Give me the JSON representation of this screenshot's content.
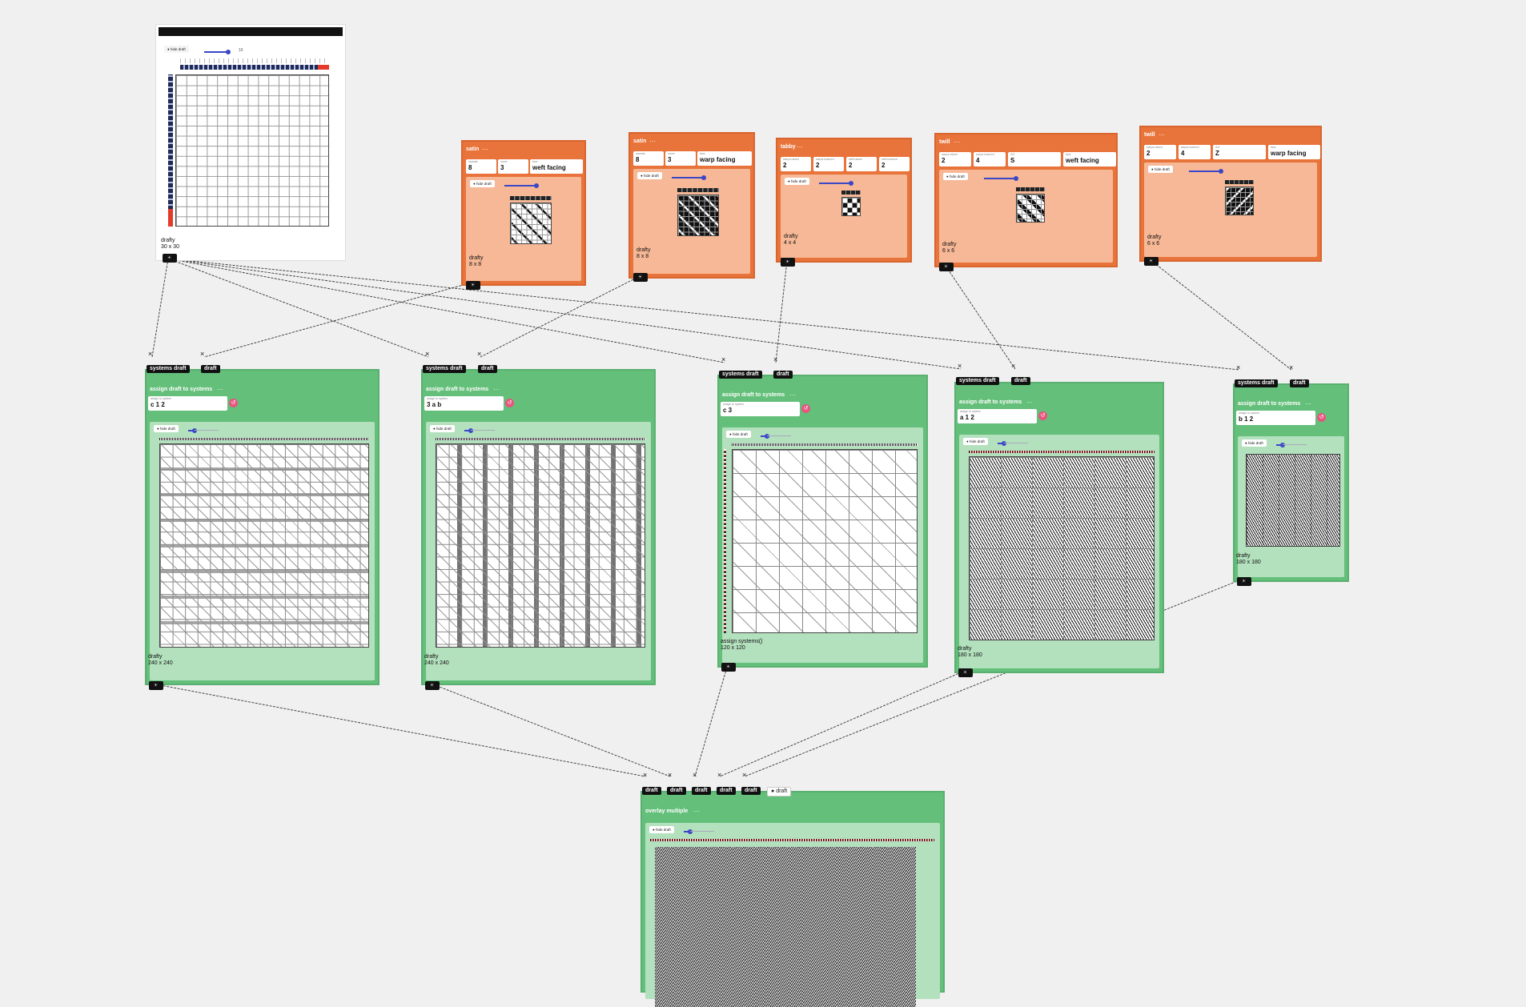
{
  "controls": {
    "hide_draft_label": "hide draft",
    "more_menu_glyph": "···",
    "refresh_glyph": "↺"
  },
  "source_draft": {
    "slider_value": "16",
    "name": "drafty",
    "size": "30 x 30"
  },
  "ops": {
    "satin1": {
      "title": "satin",
      "p1_label": "repeats",
      "p1_value": "8",
      "p2_label": "move",
      "p2_value": "3",
      "p3_label": "face",
      "p3_value": "weft facing",
      "name": "drafty",
      "size": "8 x 8"
    },
    "satin2": {
      "title": "satin",
      "p1_label": "repeats",
      "p1_value": "8",
      "p2_label": "move",
      "p2_value": "3",
      "p3_label": "face",
      "p3_value": "warp facing",
      "name": "drafty",
      "size": "8 x 8"
    },
    "tabby": {
      "title": "tabby",
      "p1_label": "warps raised",
      "p1_value": "2",
      "p2_label": "warps lowered",
      "p2_value": "2",
      "p3_label": "weft raised",
      "p3_value": "2",
      "p4_label": "weft lowered",
      "p4_value": "2",
      "name": "drafty",
      "size": "4 x 4"
    },
    "twill1": {
      "title": "twill",
      "p1_label": "warps raised",
      "p1_value": "2",
      "p2_label": "warps lowered",
      "p2_value": "4",
      "p3_label": "S/Z",
      "p3_value": "S",
      "p4_label": "face",
      "p4_value": "weft facing",
      "name": "drafty",
      "size": "6 x 6"
    },
    "twill2": {
      "title": "twill",
      "p1_label": "warps raised",
      "p1_value": "2",
      "p2_label": "warps lowered",
      "p2_value": "4",
      "p3_label": "S/Z",
      "p3_value": "Z",
      "p4_label": "face",
      "p4_value": "warp facing",
      "name": "drafty",
      "size": "6 x 6"
    }
  },
  "assign_nodes": [
    {
      "title": "assign draft to systems",
      "param_label": "assign to system",
      "param_value": "c 1 2",
      "name": "drafty",
      "size": "240 x 240",
      "port_systems": "systems draft",
      "port_draft": "draft"
    },
    {
      "title": "assign draft to systems",
      "param_label": "assign to system",
      "param_value": "3 a b",
      "name": "drafty",
      "size": "240 x 240",
      "port_systems": "systems draft",
      "port_draft": "draft"
    },
    {
      "title": "assign draft to systems",
      "param_label": "assign to system",
      "param_value": "c 3",
      "name": "assign systems()",
      "size": "120 x 120",
      "port_systems": "systems draft",
      "port_draft": "draft"
    },
    {
      "title": "assign draft to systems",
      "param_label": "assign to system",
      "param_value": "a 1 2",
      "name": "drafty",
      "size": "180 x 180",
      "port_systems": "systems draft",
      "port_draft": "draft"
    },
    {
      "title": "assign draft to systems",
      "param_label": "assign to system",
      "param_value": "b 1 2",
      "name": "drafty",
      "size": "180 x 180",
      "port_systems": "systems draft",
      "port_draft": "draft"
    }
  ],
  "overlay": {
    "title": "overlay multiple",
    "port_label": "draft",
    "out_label": "draft"
  },
  "colors": {
    "orange": "#e8743b",
    "orange_body": "#f6b896",
    "green": "#64bf7a",
    "green_body": "#b3e0bd",
    "slider": "#3b47c8",
    "refresh": "#e8557f"
  }
}
